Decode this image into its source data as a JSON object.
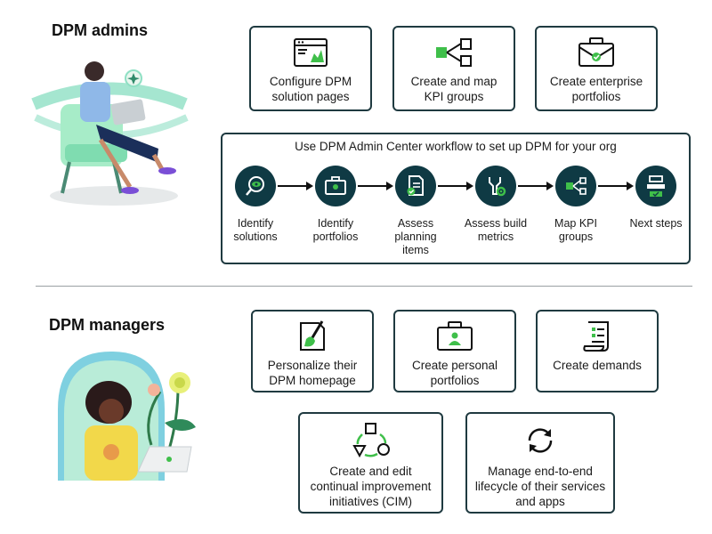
{
  "admins": {
    "title": "DPM admins",
    "cards": [
      {
        "label": "Configure DPM solution pages",
        "icon": "dashboard-page-icon"
      },
      {
        "label": "Create and map KPI groups",
        "icon": "kpi-tree-icon"
      },
      {
        "label": "Create enterprise portfolios",
        "icon": "briefcase-check-icon"
      }
    ],
    "workflow": {
      "title": "Use DPM Admin Center workflow to set up DPM for your org",
      "steps": [
        {
          "label": "Identify solutions",
          "icon": "eye-search-icon"
        },
        {
          "label": "Identify portfolios",
          "icon": "portfolio-icon"
        },
        {
          "label": "Assess planning items",
          "icon": "document-check-icon"
        },
        {
          "label": "Assess build metrics",
          "icon": "wrench-gear-icon"
        },
        {
          "label": "Map KPI groups",
          "icon": "kpi-tree-icon"
        },
        {
          "label": "Next steps",
          "icon": "flow-steps-icon"
        }
      ]
    }
  },
  "managers": {
    "title": "DPM managers",
    "cards": [
      {
        "label": "Personalize their DPM homepage",
        "icon": "brush-page-icon"
      },
      {
        "label": "Create personal portfolios",
        "icon": "briefcase-person-icon"
      },
      {
        "label": "Create demands",
        "icon": "scroll-list-icon"
      },
      {
        "label": "Create and edit continual improvement initiatives (CIM)",
        "icon": "shapes-cycle-icon"
      },
      {
        "label": "Manage end-to-end lifecycle of their services and apps",
        "icon": "cycle-arrows-icon"
      }
    ]
  },
  "colors": {
    "accent_green": "#3fbf4a",
    "dark_teal": "#0f3a44",
    "border": "#1f3a40"
  }
}
